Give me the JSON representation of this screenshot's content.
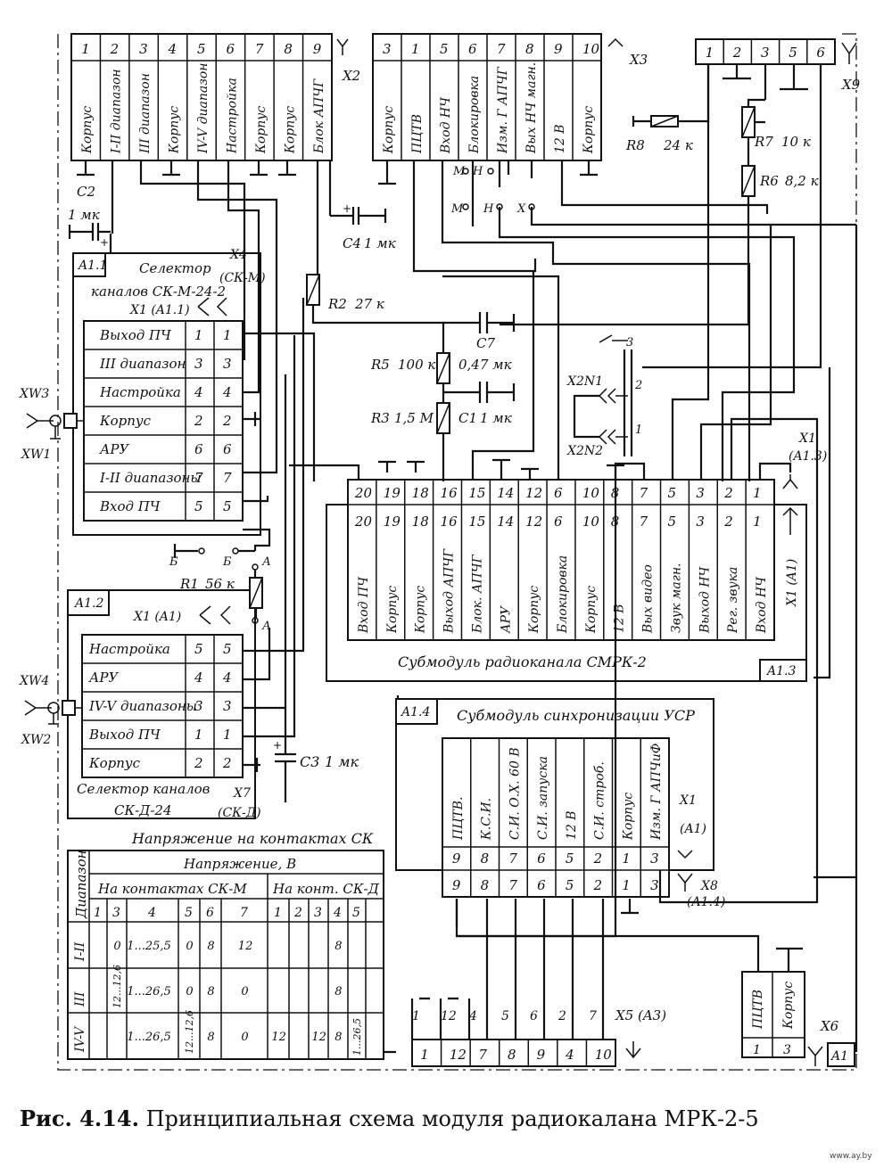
{
  "caption": {
    "prefix": "Рис. 4.14.",
    "text": "Принципиальная схема модуля радиокалана МРК-2-5"
  },
  "watermark": "www.ay.by",
  "x2": {
    "ref": "X2",
    "pins": [
      {
        "n": "1",
        "label": "Корпус"
      },
      {
        "n": "2",
        "label": "I-II диапазон"
      },
      {
        "n": "3",
        "label": "III диапазон"
      },
      {
        "n": "4",
        "label": "Корпус"
      },
      {
        "n": "5",
        "label": "IV-V диапазон"
      },
      {
        "n": "6",
        "label": "Настройка"
      },
      {
        "n": "7",
        "label": "Корпус"
      },
      {
        "n": "8",
        "label": "Корпус"
      },
      {
        "n": "9",
        "label": "Блок АПЧГ"
      }
    ]
  },
  "x3": {
    "ref": "X3",
    "pins": [
      {
        "n": "3",
        "label": "Корпус"
      },
      {
        "n": "1",
        "label": "ПЦТВ"
      },
      {
        "n": "5",
        "label": "Вход НЧ"
      },
      {
        "n": "6",
        "label": "Блокировка"
      },
      {
        "n": "7",
        "label": "Изм. Г АПЧГ"
      },
      {
        "n": "8",
        "label": "Вых НЧ магн."
      },
      {
        "n": "9",
        "label": "12 В"
      },
      {
        "n": "10",
        "label": "Корпус"
      }
    ],
    "switch_top": [
      "М",
      "Н"
    ],
    "switch_bottom": [
      "М",
      "Н",
      "Х"
    ]
  },
  "x9": {
    "ref": "X9",
    "pins": [
      "1",
      "2",
      "3",
      "5",
      "6"
    ]
  },
  "resistors": [
    {
      "ref": "R8",
      "value": "24 к"
    },
    {
      "ref": "R7",
      "value": "10 к"
    },
    {
      "ref": "R6",
      "value": "8,2 к"
    },
    {
      "ref": "R2",
      "value": "27 к"
    },
    {
      "ref": "R5",
      "value": "100 к"
    },
    {
      "ref": "R3",
      "value": "1,5 М"
    },
    {
      "ref": "R1",
      "value": "56 к"
    }
  ],
  "capacitors": [
    {
      "ref": "C2",
      "value": "1 мк"
    },
    {
      "ref": "C4",
      "value": "1 мк"
    },
    {
      "ref": "C7",
      "value": "0,47 мк"
    },
    {
      "ref": "C1",
      "value": "1 мк"
    },
    {
      "ref": "C3",
      "value": "1 мк"
    }
  ],
  "a11": {
    "ref": "A1.1",
    "title1": "Селектор",
    "title2": "каналов СК-М-24-2",
    "conn_x4": "X4",
    "conn_x4_sub": "(СК-М)",
    "conn_x1": "X1 (A1.1)",
    "rows": [
      {
        "label": "Выход ПЧ",
        "a": "1",
        "b": "1"
      },
      {
        "label": "III диапазон",
        "a": "3",
        "b": "3"
      },
      {
        "label": "Настройка",
        "a": "4",
        "b": "4"
      },
      {
        "label": "Корпус",
        "a": "2",
        "b": "2"
      },
      {
        "label": "АРУ",
        "a": "6",
        "b": "6"
      },
      {
        "label": "I-II диапазоны",
        "a": "7",
        "b": "7"
      },
      {
        "label": "Вход ПЧ",
        "a": "5",
        "b": "5"
      }
    ]
  },
  "xw": [
    "XW3",
    "XW1",
    "XW4",
    "XW2"
  ],
  "x2n": [
    "X2N1",
    "X2N2"
  ],
  "x2n_pins": [
    "3",
    "2",
    "1"
  ],
  "r1_taps": [
    "Б",
    "Б",
    "А",
    "А"
  ],
  "a12": {
    "ref": "A1.2",
    "conn_x1": "X1 (A1)",
    "title1": "Селектор каналов",
    "title2": "СК-Д-24",
    "conn_x7": "X7",
    "conn_x7_sub": "(СК-Д)",
    "rows": [
      {
        "label": "Настройка",
        "a": "5",
        "b": "5"
      },
      {
        "label": "АРУ",
        "a": "4",
        "b": "4"
      },
      {
        "label": "IV-V диапазоны",
        "a": "3",
        "b": "3"
      },
      {
        "label": "Выход ПЧ",
        "a": "1",
        "b": "1"
      },
      {
        "label": "Корпус",
        "a": "2",
        "b": "2"
      }
    ]
  },
  "a13": {
    "ref": "A1.3",
    "title": "Субмодуль радиоканала СМРК-2",
    "conn_x1": "X1",
    "conn_x1_sub": "(A1.3)",
    "conn_x1a": "X1 (A1)",
    "pins": [
      {
        "n": "20",
        "label": "Вход ПЧ"
      },
      {
        "n": "19",
        "label": "Корпус"
      },
      {
        "n": "18",
        "label": "Корпус"
      },
      {
        "n": "16",
        "label": "Выход АПЧГ"
      },
      {
        "n": "15",
        "label": "Блок. АПЧГ"
      },
      {
        "n": "14",
        "label": "АРУ"
      },
      {
        "n": "12",
        "label": "Корпус"
      },
      {
        "n": "6",
        "label": "Блокировка"
      },
      {
        "n": "10",
        "label": "Корпус"
      },
      {
        "n": "8",
        "label": "12 В"
      },
      {
        "n": "7",
        "label": "Вых видео"
      },
      {
        "n": "5",
        "label": "Звук магн."
      },
      {
        "n": "3",
        "label": "Выход НЧ"
      },
      {
        "n": "2",
        "label": "Рег. звука"
      },
      {
        "n": "1",
        "label": "Вход НЧ"
      }
    ]
  },
  "a14": {
    "ref": "A1.4",
    "title": "Субмодуль синхронизации УСР",
    "conn_x1": "X1",
    "conn_x1_sub": "(A1)",
    "conn_x8": "X8",
    "conn_x8_sub": "(A1.4)",
    "pins": [
      {
        "n": "9",
        "label": "ПЦТВ."
      },
      {
        "n": "8",
        "label": "К.С.И."
      },
      {
        "n": "7",
        "label": "С.И. О.Х. 60 В"
      },
      {
        "n": "6",
        "label": "С.И. запуска"
      },
      {
        "n": "5",
        "label": "12 В"
      },
      {
        "n": "2",
        "label": "С.И. строб."
      },
      {
        "n": "1",
        "label": "Корпус"
      },
      {
        "n": "3",
        "label": "Изм. Г АПЧиФ"
      }
    ]
  },
  "x6": {
    "ref": "X6",
    "module": "A1",
    "pins": [
      {
        "n": "1",
        "label": "ПЦТВ"
      },
      {
        "n": "3",
        "label": "Корпус"
      }
    ]
  },
  "x5": {
    "ref": "X5 (A3)",
    "top_numbers": [
      "1",
      "12",
      "4",
      "5",
      "6",
      "2",
      "7"
    ],
    "pins": [
      "1",
      "12",
      "7",
      "8",
      "9",
      "4",
      "10"
    ]
  },
  "table": {
    "title": "Напряжение на контактах СК",
    "col_range": "Диапазон",
    "col_voltage": "Напряжение, В",
    "group_m": "На контактах СК-М",
    "group_d": "На конт. СК-Д",
    "m_cols": [
      "1",
      "3",
      "4",
      "5",
      "6",
      "7"
    ],
    "d_cols": [
      "1",
      "2",
      "3",
      "4",
      "5"
    ],
    "rows": [
      {
        "range": "I-II",
        "m": [
          "",
          "0",
          "1...25,5",
          "0",
          "8",
          "12"
        ],
        "d": [
          "",
          "",
          "",
          "8",
          ""
        ]
      },
      {
        "range": "III",
        "m": [
          "",
          "12...12,6",
          "1...26,5",
          "0",
          "8",
          "0"
        ],
        "d": [
          "",
          "",
          "",
          "8",
          ""
        ]
      },
      {
        "range": "IV-V",
        "m": [
          "",
          "",
          "1...26,5",
          "12...12,6",
          "8",
          "0"
        ],
        "d": [
          "12",
          "",
          "12",
          "8",
          "1...26,5"
        ]
      }
    ]
  }
}
